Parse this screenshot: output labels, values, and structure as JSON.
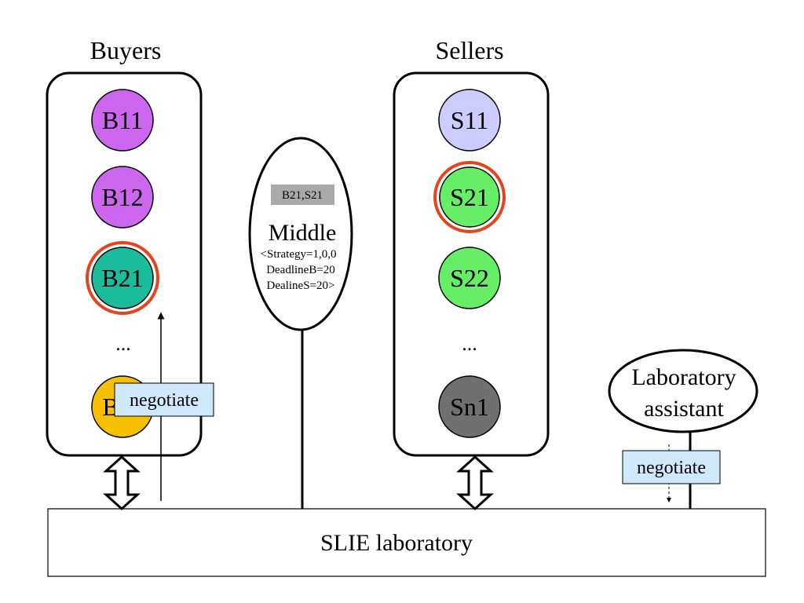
{
  "buyers": {
    "title": "Buyers",
    "nodes": [
      {
        "label": "B11",
        "fill": "#cc66ee"
      },
      {
        "label": "B12",
        "fill": "#cc66ee"
      },
      {
        "label": "B21",
        "fill": "#1abc9c",
        "highlight": "#e8431c"
      },
      {
        "label": "...",
        "kind": "ellipsis"
      },
      {
        "label": "B",
        "fill": "#f6c000"
      }
    ],
    "negotiate_label": "negotiate"
  },
  "middle": {
    "badge": "B21,S21",
    "title": "Middle",
    "params": [
      "<Strategy=1,0,0",
      "DeadlineB=20",
      "DealineS=20>"
    ]
  },
  "sellers": {
    "title": "Sellers",
    "nodes": [
      {
        "label": "S11",
        "fill": "#ccccff"
      },
      {
        "label": "S21",
        "fill": "#66ee66",
        "highlight": "#e8431c"
      },
      {
        "label": "S22",
        "fill": "#66ee66"
      },
      {
        "label": "...",
        "kind": "ellipsis"
      },
      {
        "label": "Sn1",
        "fill": "#707070"
      }
    ]
  },
  "assistant": {
    "line1": "Laboratory",
    "line2": "assistant",
    "negotiate_label": "negotiate"
  },
  "laboratory": {
    "label": "SLIE laboratory"
  },
  "colors": {
    "tag_fill": "#cfe9fb",
    "badge_fill": "#a9a9a9",
    "stroke": "#000000"
  }
}
